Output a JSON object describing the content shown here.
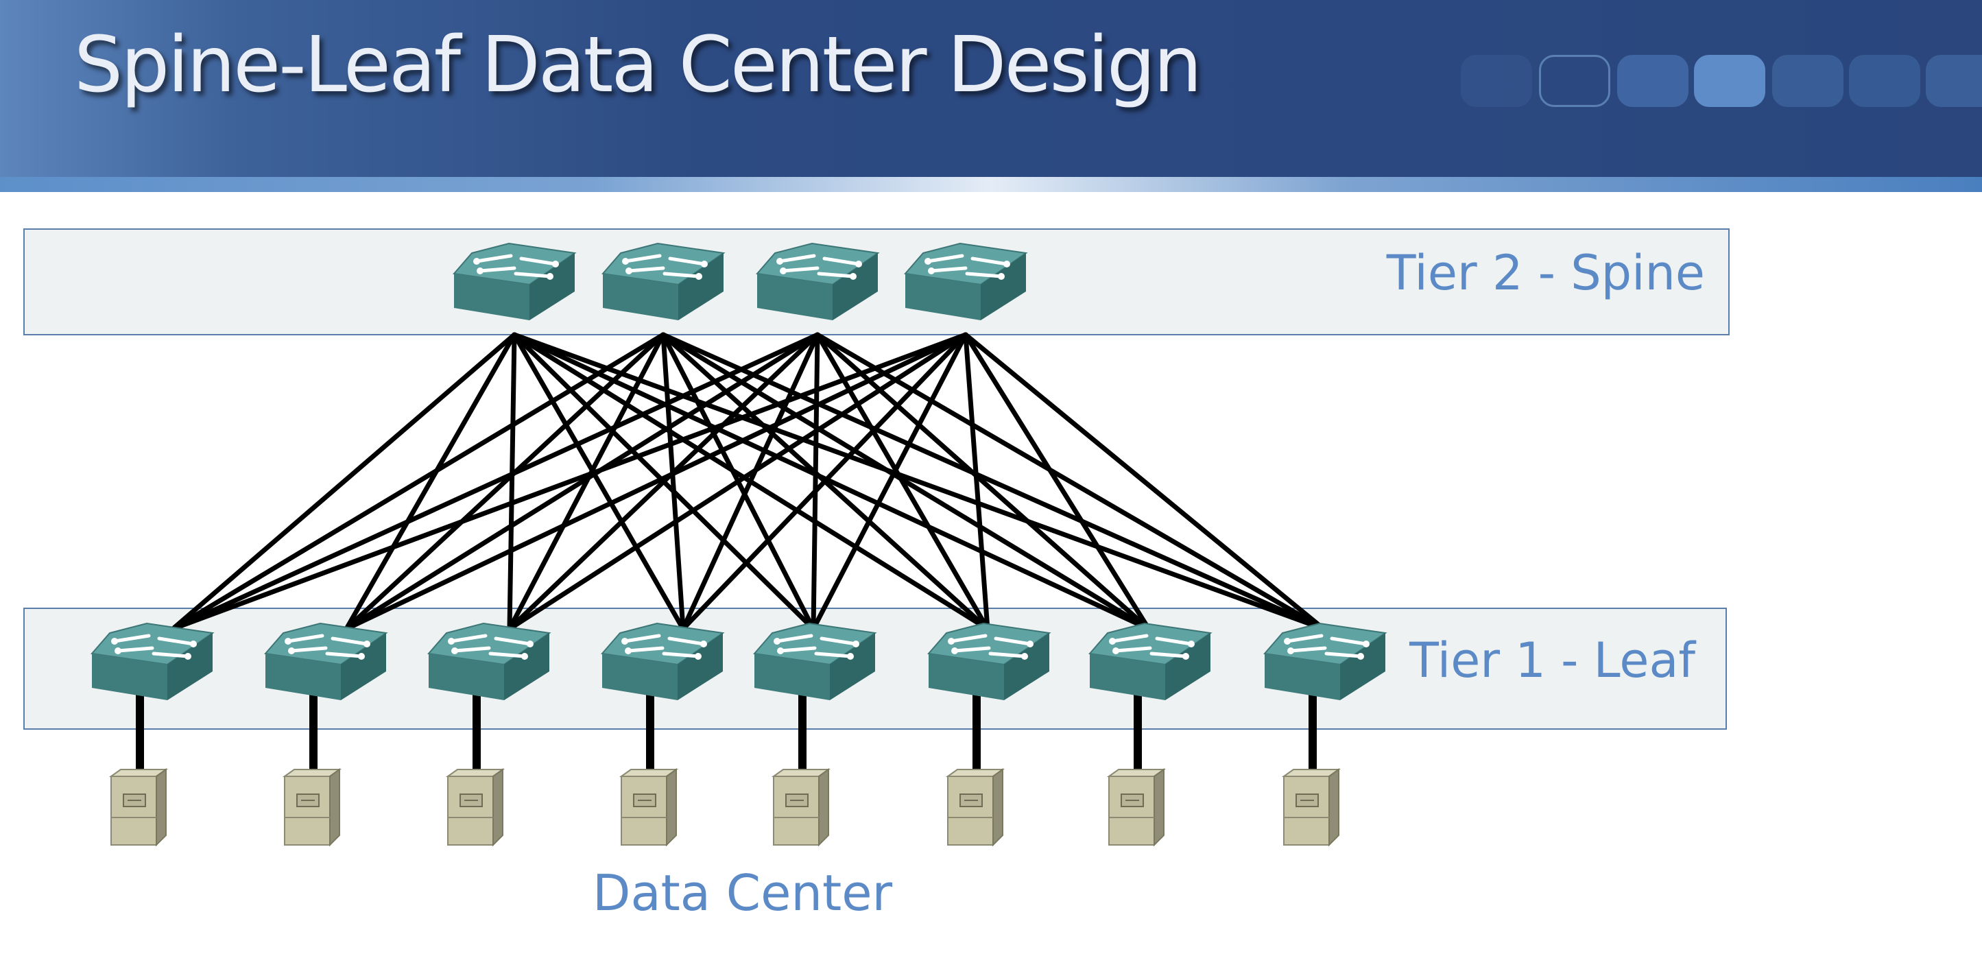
{
  "slide": {
    "title": "Spine-Leaf Data Center Design"
  },
  "tiers": {
    "spine_label": "Tier 2 - Spine",
    "leaf_label": "Tier 1 - Leaf"
  },
  "footer_label": "Data Center",
  "diagram": {
    "spine_count": 4,
    "leaf_count": 8,
    "servers_per_leaf": 1,
    "topology": "full-mesh spine to leaf"
  },
  "colors": {
    "header": "#2d4b83",
    "label": "#5b8ac6",
    "switch": "#4d8f8f",
    "server": "#c8c6ac",
    "link": "#000000"
  }
}
